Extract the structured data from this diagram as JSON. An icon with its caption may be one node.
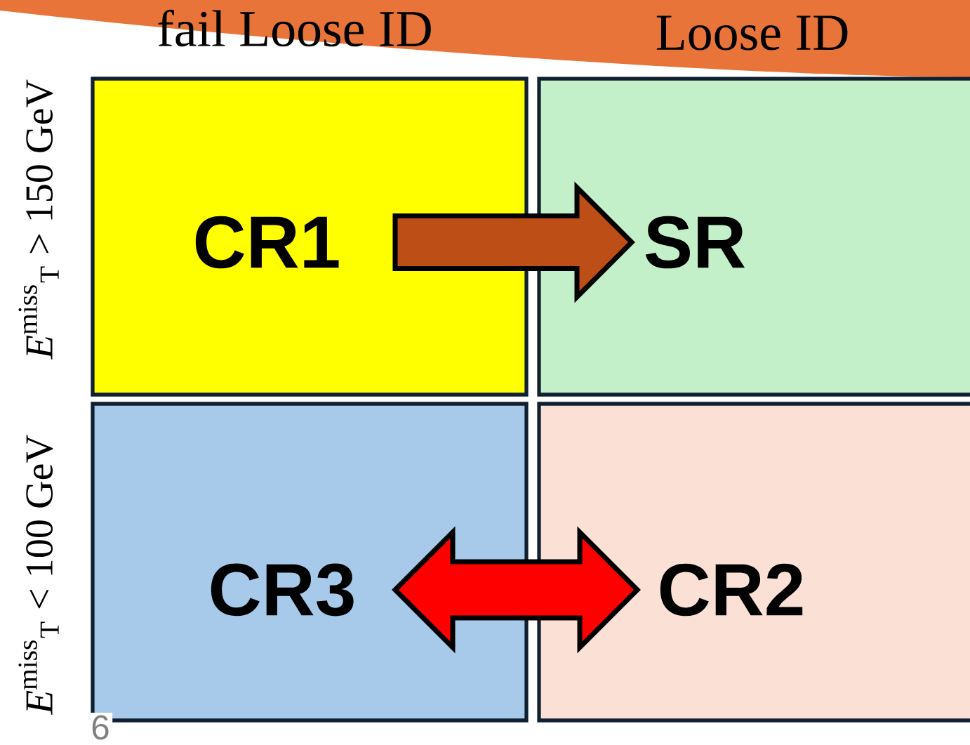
{
  "diagram": {
    "nodes": [
      {
        "text": [
          "CR1"
        ]
      },
      {
        "text": [
          "SR"
        ]
      },
      {
        "text": [
          "CR3"
        ]
      },
      {
        "text": [
          "CR2"
        ]
      }
    ],
    "edges": [
      {
        "from": 0,
        "to": 1,
        "arrow": "to",
        "color": "#bc4e16"
      },
      {
        "from": 2,
        "to": 3,
        "arrow": "both",
        "color": "#ff0000"
      }
    ],
    "labels": [
      "fail Loose ID",
      "Loose ID",
      "*E*$^{miss}$$_{T}$ > 150 GeV",
      "*E*$^{miss}$$_{T}$ < 100 GeV",
      "6"
    ]
  }
}
